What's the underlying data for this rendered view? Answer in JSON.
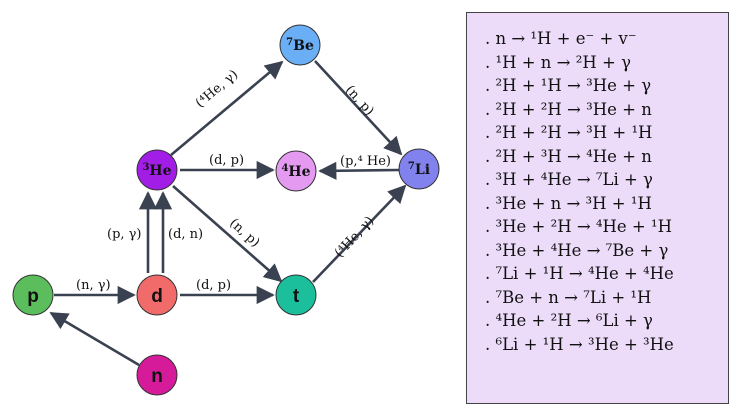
{
  "nodes": {
    "p": {
      "label": "p",
      "color": "#5cbd5c"
    },
    "d": {
      "label": "d",
      "color": "#f26b6b"
    },
    "t": {
      "label": "t",
      "color": "#1bbf9c"
    },
    "n": {
      "label": "n",
      "color": "#d61b9a"
    },
    "he3": {
      "sup": "3",
      "label": "He",
      "color": "#a21ee6"
    },
    "he4": {
      "sup": "4",
      "label": "He",
      "color": "#e39af0"
    },
    "be7": {
      "sup": "7",
      "label": "Be",
      "color": "#6aaef5"
    },
    "li7": {
      "sup": "7",
      "label": "Li",
      "color": "#8282ee"
    }
  },
  "edges": {
    "p_d": "(n, γ)",
    "d_t": "(d, p)",
    "d_he3_p": "(p, γ)",
    "d_he3_d": "(d, n)",
    "he3_he4": "(d, p)",
    "he3_t": "(n, p)",
    "he3_be7": "(⁴He, γ)",
    "be7_li7": "(n, p)",
    "li7_he4": "(p,⁴ He)",
    "t_li7": "(⁴He, γ)"
  },
  "reactions": [
    ". n → ¹H + e⁻ + v⁻",
    ". ¹H + n → ²H + γ",
    ". ²H + ¹H → ³He + γ",
    ". ²H + ²H → ³He + n",
    ". ²H + ²H → ³H + ¹H",
    ". ²H + ³H → ⁴He + n",
    ". ³H + ⁴He → ⁷Li + γ",
    ". ³He + n → ³H + ¹H",
    ". ³He + ²H → ⁴He + ¹H",
    ". ³He + ⁴He → ⁷Be + γ",
    ". ⁷Li + ¹H → ⁴He + ⁴He",
    ". ⁷Be + n → ⁷Li + ¹H",
    ". ⁴He + ²H → ⁶Li + γ",
    ". ⁶Li + ¹H → ³He + ³He"
  ]
}
